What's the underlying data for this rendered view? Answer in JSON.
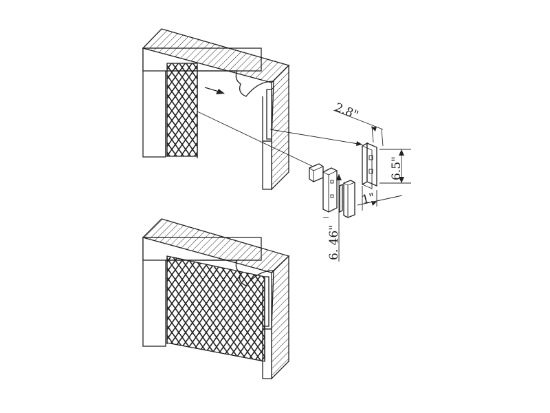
{
  "diagram": {
    "top_scene": "gate-open-with-mounting-hardware",
    "bottom_scene": "gate-closed",
    "dimensions": {
      "bracket_width": "2.8\"",
      "bracket_height": "6.5\"",
      "bracket_depth": "1\"",
      "lock_body_height": "6. 46\""
    },
    "colors": {
      "line": "#222222",
      "background": "#ffffff"
    }
  }
}
